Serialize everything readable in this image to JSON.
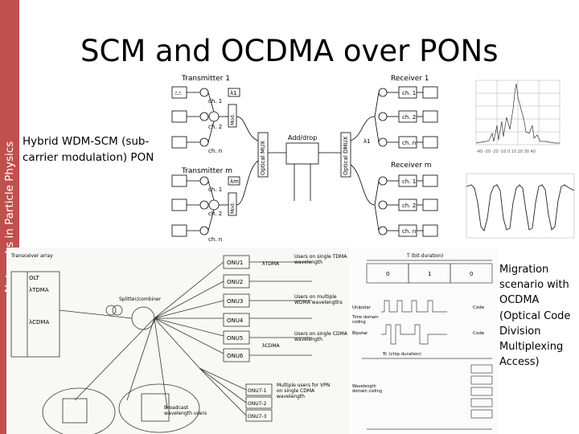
{
  "sidebar": {
    "text": "Networks in Particle Physics"
  },
  "slide": {
    "title": "SCM and OCDMA over PONs",
    "caption_wdm_scm": "Hybrid WDM-SCM (sub-carrier modulation) PON",
    "caption_migration": "Migration scenario with OCDMA (Optical Code Division Multiplexing Access)"
  },
  "colors": {
    "sidebar": "#c0504d",
    "text": "#000000",
    "figure_bg": "#ffffff"
  },
  "figures": {
    "scm_diagram": {
      "transmitter1": "Transmitter 1",
      "transmitter_m": "Transmitter m",
      "receiver1": "Receiver 1",
      "receiver_m": "Receiver m",
      "add_drop": "Add/drop",
      "optical_mux": "Optical MUX",
      "optical_demux": "Optical DMUX",
      "mod": "Mod.",
      "ch1": "ch. 1",
      "ch2": "ch. 2",
      "chn": "ch. n",
      "lambda1": "λ1",
      "lambdam": "λm"
    },
    "pon_diagram": {
      "transceiver_array": "Transceiver array",
      "olt": "OLT",
      "splitter_combiner": "Splitter/combiner",
      "tdma": "λTDMA",
      "cdma": "λCDMA",
      "users_tdma": "Users on single TDMA wavelength",
      "users_wdma": "Users on multiple WDMA wavelengths",
      "users_cdma": "Users on single CDMA wavelength",
      "multiple_users_vpn": "Multiple users for VPN on single CDMA wavelength",
      "broadcast": "Broadcast wavelength users",
      "onu1": "ONU1",
      "onu2": "ONU2",
      "onu3": "ONU3",
      "onu4": "ONU4",
      "onu5": "ONU5",
      "onu6": "ONU6",
      "onu71": "ONU7-1",
      "onu72": "ONU7-2",
      "onu73": "ONU7-3"
    },
    "code_diagram": {
      "t_bit": "T (bit duration)",
      "unipolar": "Unipolar",
      "bipolar": "Bipolar",
      "code": "Code",
      "time_domain": "Time domain coding",
      "wavelength_domain": "Wavelength domain coding",
      "chip": "Tc (chip duration)",
      "bits": [
        "0",
        "1",
        "0"
      ]
    }
  }
}
